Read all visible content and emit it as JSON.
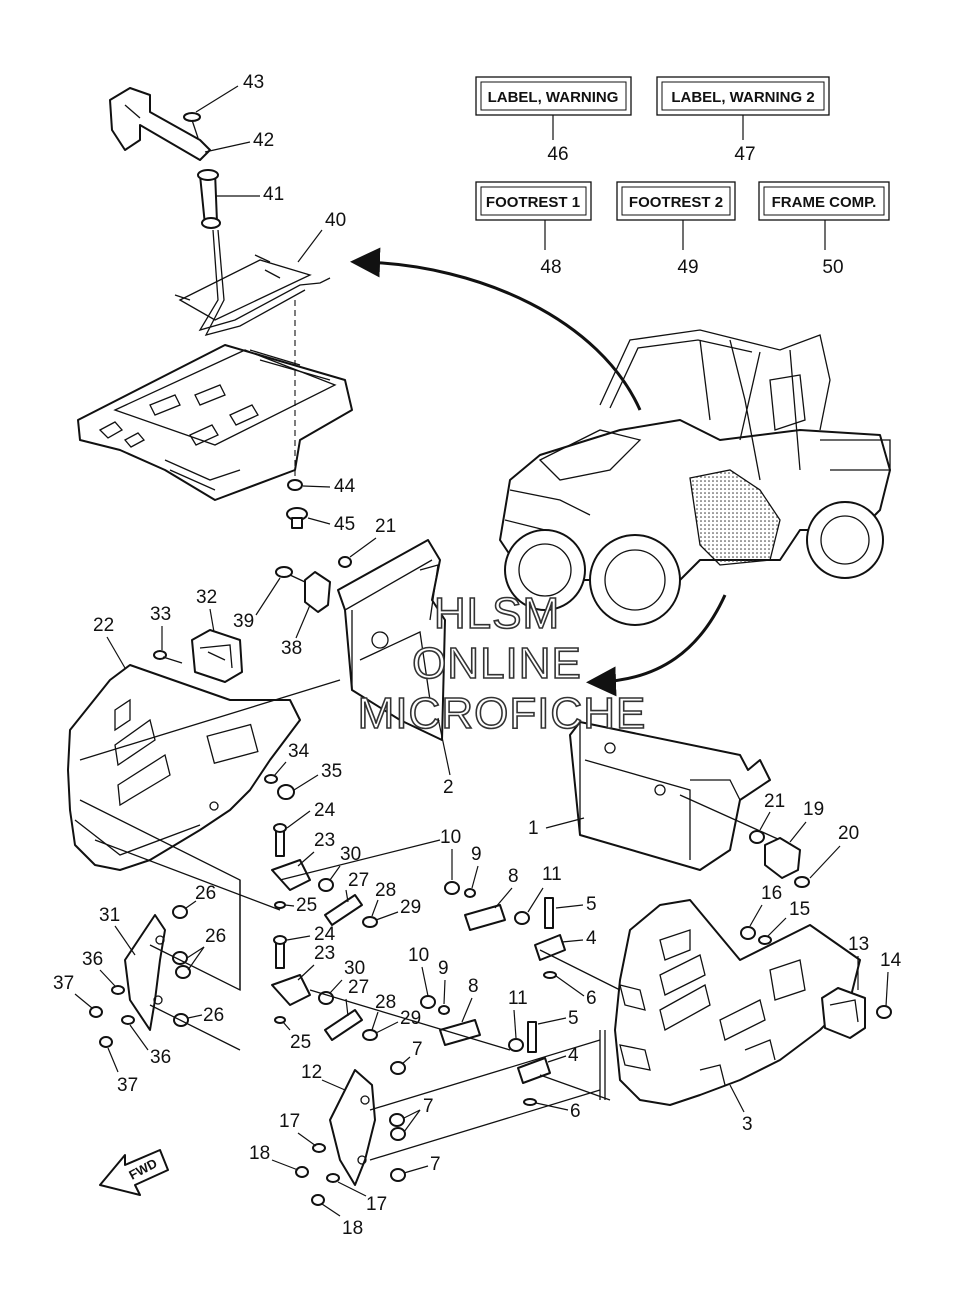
{
  "labels": [
    {
      "text": "LABEL, WARNING",
      "number": "46"
    },
    {
      "text": "LABEL, WARNING 2",
      "number": "47"
    },
    {
      "text": "FOOTREST 1",
      "number": "48"
    },
    {
      "text": "FOOTREST 2",
      "number": "49"
    },
    {
      "text": "FRAME COMP.",
      "number": "50"
    }
  ],
  "callouts": [
    "43",
    "42",
    "41",
    "40",
    "44",
    "45",
    "21",
    "32",
    "33",
    "39",
    "38",
    "22",
    "34",
    "35",
    "2",
    "1",
    "21",
    "19",
    "20",
    "24",
    "23",
    "30",
    "10",
    "9",
    "8",
    "11",
    "5",
    "4",
    "26",
    "27",
    "28",
    "29",
    "25",
    "16",
    "15",
    "31",
    "36",
    "26",
    "37",
    "24",
    "23",
    "30",
    "10",
    "9",
    "8",
    "13",
    "14",
    "3",
    "36",
    "37",
    "27",
    "28",
    "29",
    "11",
    "5",
    "4",
    "6",
    "6",
    "25",
    "26",
    "7",
    "12",
    "7",
    "17",
    "18",
    "7",
    "17",
    "18"
  ],
  "watermark": [
    "HLSM",
    "ONLINE",
    "MICROFICHE"
  ],
  "fwd_label": "FWD"
}
